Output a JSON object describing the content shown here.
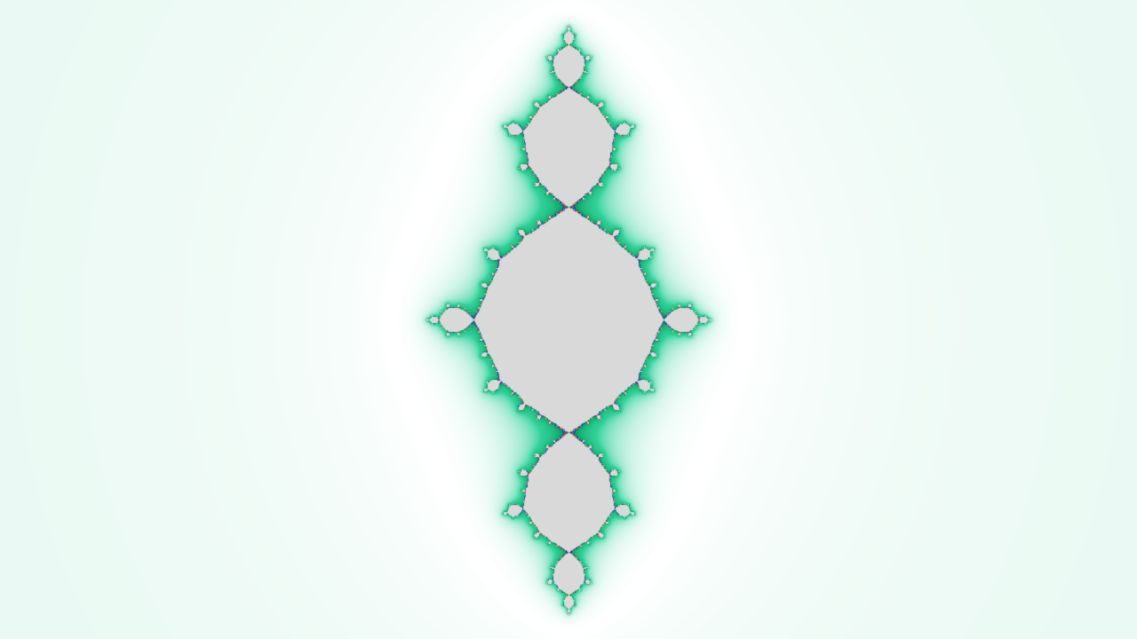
{
  "fractal": {
    "kind": "julia",
    "c_real": -1.0,
    "c_imag": 0.0,
    "max_iterations": 220
  },
  "palette": {
    "interior": "#d9d9d9",
    "glow_low": "#ffffff",
    "glow_mid": "#e6f8f1",
    "glow_high": "#2fd19a",
    "edge_dark": "#0a9a55",
    "edge_accent_red": "#d8402a",
    "edge_accent_blue": "#2030e0"
  }
}
